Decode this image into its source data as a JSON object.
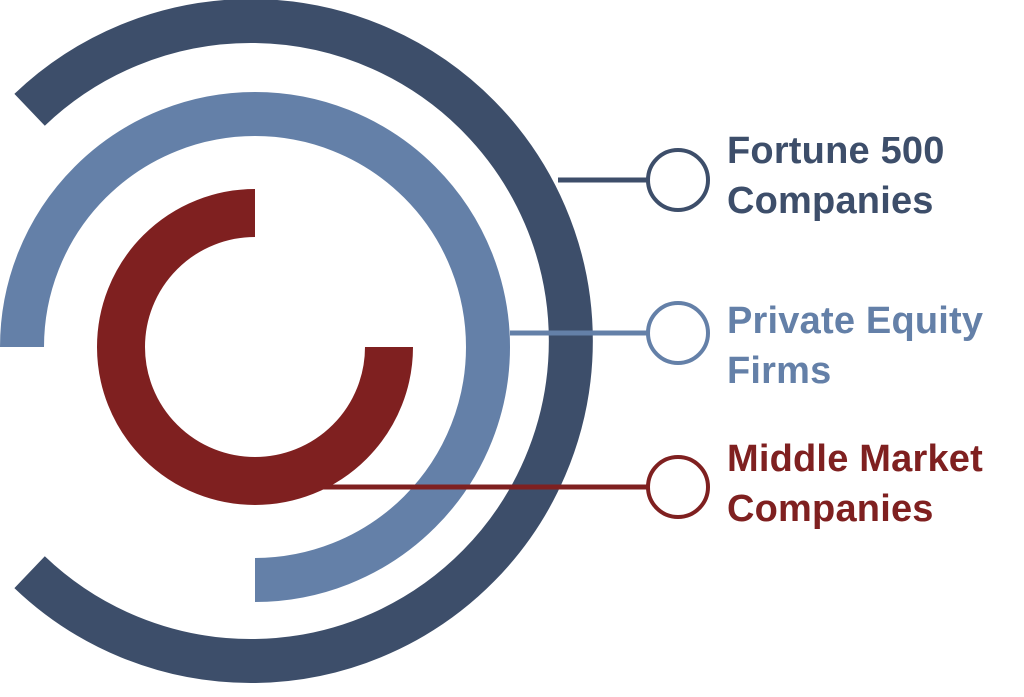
{
  "segments": [
    {
      "key": "fortune-500",
      "lines": [
        "Fortune 500",
        "Companies"
      ],
      "color": "#3d4e6a"
    },
    {
      "key": "private-equity",
      "lines": [
        "Private Equity",
        "Firms"
      ],
      "color": "#6480a8"
    },
    {
      "key": "middle-market",
      "lines": [
        "Middle Market",
        "Companies"
      ],
      "color": "#7f2020"
    }
  ]
}
